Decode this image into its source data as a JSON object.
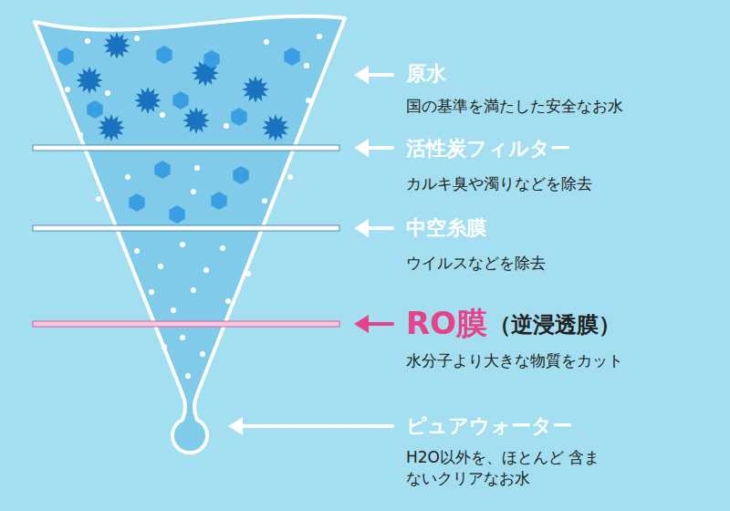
{
  "diagram": {
    "labels": [
      "原水",
      "国の基準を満たした安全なお水",
      "活性炭フィルター",
      "カルキ臭や濁りなどを除去",
      "中空糸膜",
      "ウイルスなどを除去",
      "RO膜",
      "（逆浸透膜）",
      "水分子より大きな物質をカット",
      "ピュアウォーター",
      "H2O以外を、ほとんど 含まないクリアなお水"
    ]
  }
}
